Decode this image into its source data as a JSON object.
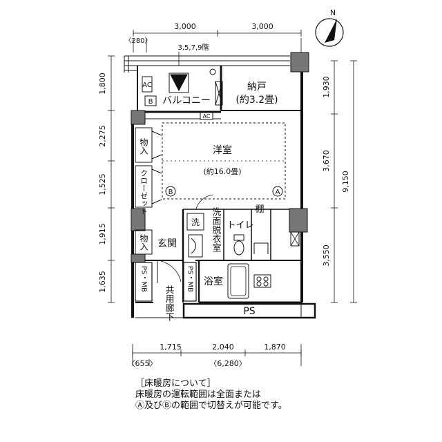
{
  "compass": {
    "label": "N"
  },
  "dimensions": {
    "top": [
      "3,000",
      "3,000"
    ],
    "top_offset": "280",
    "left": [
      "1,800",
      "2,275",
      "1,525",
      "1,915",
      "1,635"
    ],
    "right": [
      "1,930",
      "3,670",
      "3,550"
    ],
    "right_total": "9,150",
    "bottom": [
      "1,715",
      "2,040",
      "1,870"
    ],
    "bottom_offset": "655",
    "bottom_total": "6,280"
  },
  "labels": {
    "floors": "3,5,7,9階",
    "balcony": "バルコニー",
    "storage_room": "納戸",
    "storage_room_size": "(約3.2畳)",
    "western_room": "洋室",
    "western_room_size": "(約16.0畳)",
    "closet_storage_upper": "物入",
    "closet": "クローゼット",
    "closet_storage_lower": "物入",
    "entrance": "玄関",
    "washroom": "洗面脱衣室",
    "laundry": "洗",
    "toilet": "トイレ",
    "shelf": "棚",
    "bathroom": "浴室",
    "ps_mb_left": "PS・MB",
    "ps_mb_right": "PS・MB",
    "corridor": "共用廊下",
    "ps": "PS",
    "ac_small": "AC",
    "ac_main": "AC",
    "b_small": "B",
    "zone_a": "A",
    "zone_b": "B"
  },
  "note": {
    "title": "［床暖房について］",
    "line1": "床暖房の運転範囲は全面または",
    "line2": "Ⓐ及びⒷの範囲で切替えが可能です。"
  }
}
